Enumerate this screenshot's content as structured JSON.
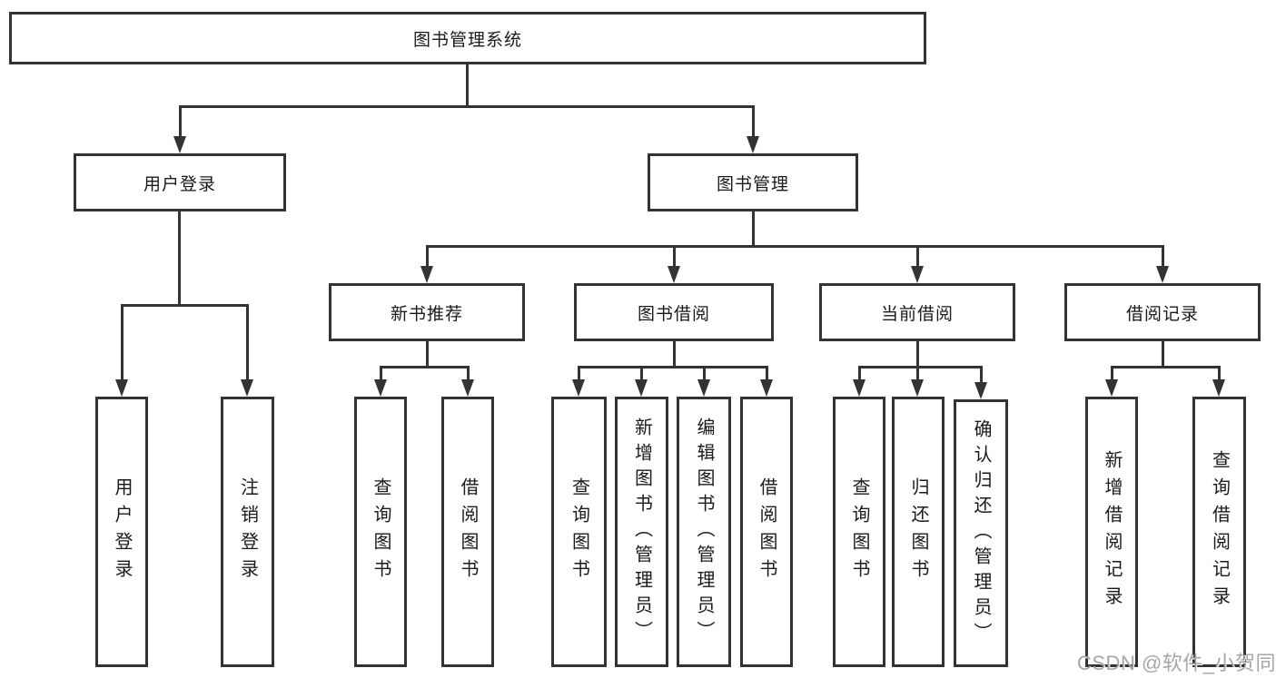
{
  "title": "图书管理系统",
  "level2": {
    "user_login": "用户登录",
    "book_mgmt": "图书管理"
  },
  "level3": {
    "new_book_rec": "新书推荐",
    "book_borrow": "图书借阅",
    "current_borrow": "当前借阅",
    "borrow_records": "借阅记录"
  },
  "leaves": {
    "user_login_login": "用户登录",
    "user_login_logout": "注销登录",
    "newbook_query": "查询图书",
    "newbook_borrow": "借阅图书",
    "borrow_query": "查询图书",
    "borrow_add_admin": "新增图书（管理员）",
    "borrow_edit_admin": "编辑图书（管理员）",
    "borrow_borrow": "借阅图书",
    "current_query": "查询图书",
    "current_return": "归还图书",
    "current_confirm_admin": "确认归还（管理员）",
    "records_add": "新增借阅记录",
    "records_query": "查询借阅记录"
  },
  "watermark": "CSDN @软件_小贺同学",
  "colors": {
    "line": "#333333",
    "text": "#1a1a1a",
    "watermark_gray": "#969696",
    "background": "#ffffff"
  }
}
